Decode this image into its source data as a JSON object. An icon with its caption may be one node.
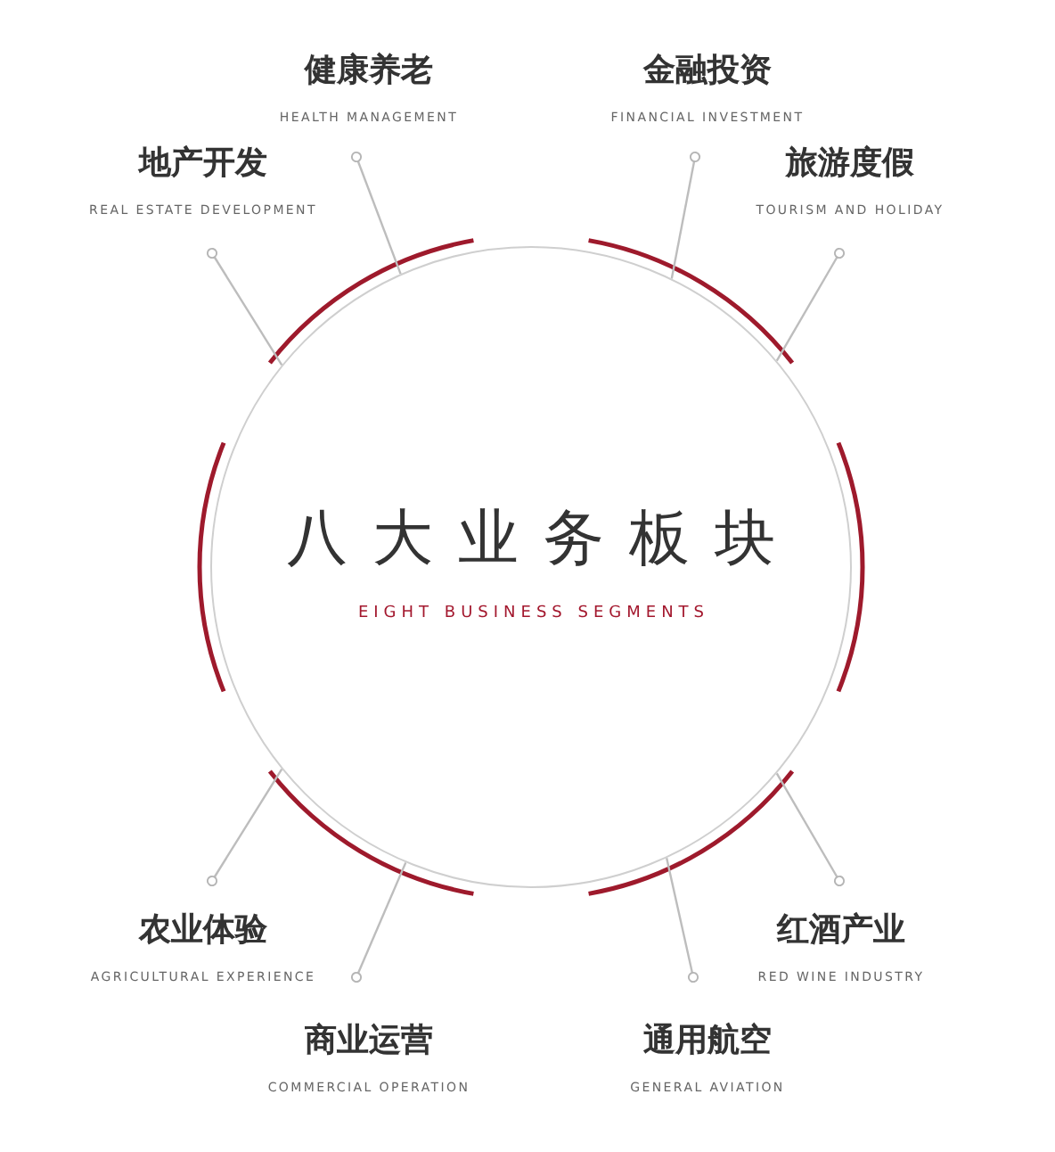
{
  "diagram": {
    "nodes": [
      {
        "text": [
          "八大业务板块",
          "EIGHT BUSINESS SEGMENTS"
        ]
      },
      {
        "text": [
          "健康养老",
          "HEALTH MANAGEMENT"
        ]
      },
      {
        "text": [
          "金融投资",
          "FINANCIAL INVESTMENT"
        ]
      },
      {
        "text": [
          "地产开发",
          "REAL ESTATE DEVELOPMENT"
        ]
      },
      {
        "text": [
          "旅游度假",
          "TOURISM AND HOLIDAY"
        ]
      },
      {
        "text": [
          "农业体验",
          "AGRICULTURAL EXPERIENCE"
        ]
      },
      {
        "text": [
          "红酒产业",
          "RED WINE INDUSTRY"
        ]
      },
      {
        "text": [
          "商业运营",
          "COMMERCIAL OPERATION"
        ]
      },
      {
        "text": [
          "通用航空",
          "GENERAL AVIATION"
        ]
      }
    ],
    "edges": [
      {
        "from": 1,
        "to": 0,
        "arrow": "other"
      },
      {
        "from": 2,
        "to": 0,
        "arrow": "other"
      },
      {
        "from": 3,
        "to": 0,
        "arrow": "other"
      },
      {
        "from": 4,
        "to": 0,
        "arrow": "other"
      },
      {
        "from": 5,
        "to": 0,
        "arrow": "other"
      },
      {
        "from": 6,
        "to": 0,
        "arrow": "other"
      },
      {
        "from": 7,
        "to": 0,
        "arrow": "other"
      },
      {
        "from": 8,
        "to": 0,
        "arrow": "other"
      }
    ]
  }
}
